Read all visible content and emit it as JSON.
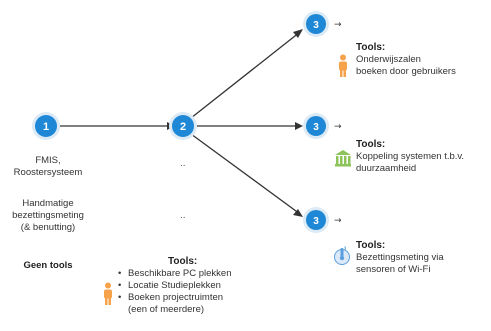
{
  "nodes": {
    "n1": "1",
    "n2": "2",
    "n3a": "3",
    "n3b": "3",
    "n3c": "3"
  },
  "arrow_tail": "→",
  "dots": "..",
  "left": {
    "line1": "FMIS,",
    "line2": "Roostersysteem",
    "line3": "Handmatige",
    "line4": "bezettingsmeting",
    "line5": "(& benutting)",
    "none": "Geen tools"
  },
  "tools_a": {
    "title": "Tools:",
    "line1": "Onderwijszalen",
    "line2": "boeken door gebruikers"
  },
  "tools_b": {
    "title": "Tools:",
    "line1": "Koppeling systemen t.b.v.",
    "line2": "duurzaamheid"
  },
  "tools_c": {
    "title": "Tools:",
    "line1": "Bezettingsmeting via",
    "line2": "sensoren of Wi-Fi"
  },
  "tools_bottom": {
    "title": "Tools:",
    "items": [
      "Beschikbare PC plekken",
      "Locatie Studieplekken",
      "Boeken projectruimten"
    ],
    "sub": "(een of meerdere)"
  },
  "colors": {
    "node_fill": "#1f88d6",
    "node_ring": "#dceaf6",
    "person_icon": "#f5a24a",
    "building_icon": "#8cc35a",
    "sensor_icon": "#5b9fe0"
  },
  "icons": [
    "person-icon",
    "building-icon",
    "sensor-icon",
    "person-icon"
  ]
}
